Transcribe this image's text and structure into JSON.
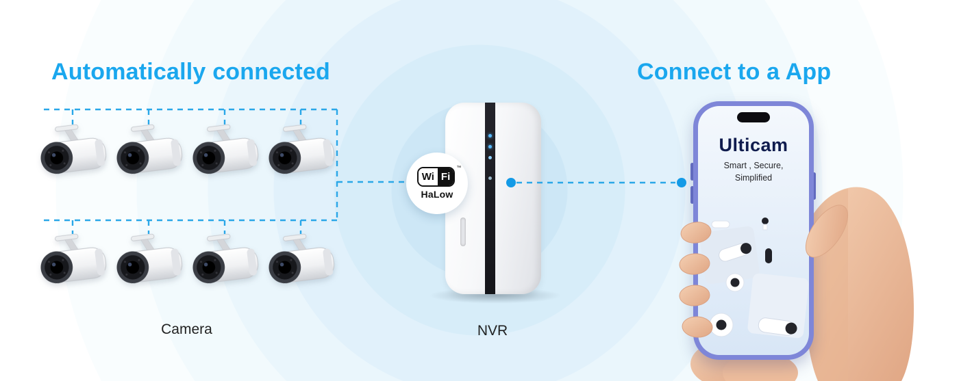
{
  "colors": {
    "accent_blue": "#1aa7ee",
    "line_blue": "#2aa7e8",
    "dot_blue": "#149ae6",
    "phone_frame": "#7e86d8",
    "brand_navy": "#101c4e"
  },
  "left": {
    "heading": "Automatically connected",
    "camera_label": "Camera"
  },
  "center": {
    "nvr_label": "NVR",
    "wifi": {
      "left": "Wi",
      "right": "Fi",
      "tm": "™",
      "sub": "HaLow"
    }
  },
  "right": {
    "heading": "Connect to a App",
    "phone": {
      "app_name": "Ulticam",
      "tagline_line1": "Smart , Secure,",
      "tagline_line2": "Simplified"
    }
  }
}
